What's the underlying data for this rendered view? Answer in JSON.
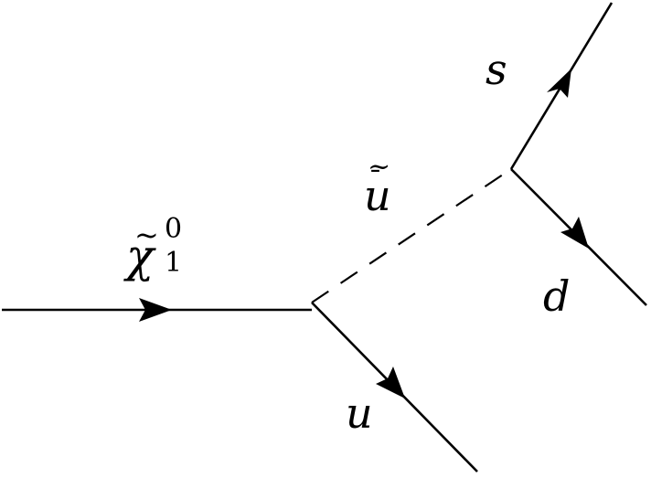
{
  "diagram": {
    "type": "feynman",
    "line_color": "#000000",
    "background": "#ffffff",
    "particles": {
      "neutralino": {
        "base": "χ",
        "accent": "~",
        "subscript": "1",
        "superscript": "0"
      },
      "squark": {
        "base": "u",
        "accent_top": "~",
        "accent_bottom": "¯"
      },
      "quark_u": "u",
      "quark_s": "s",
      "quark_d": "d"
    }
  }
}
